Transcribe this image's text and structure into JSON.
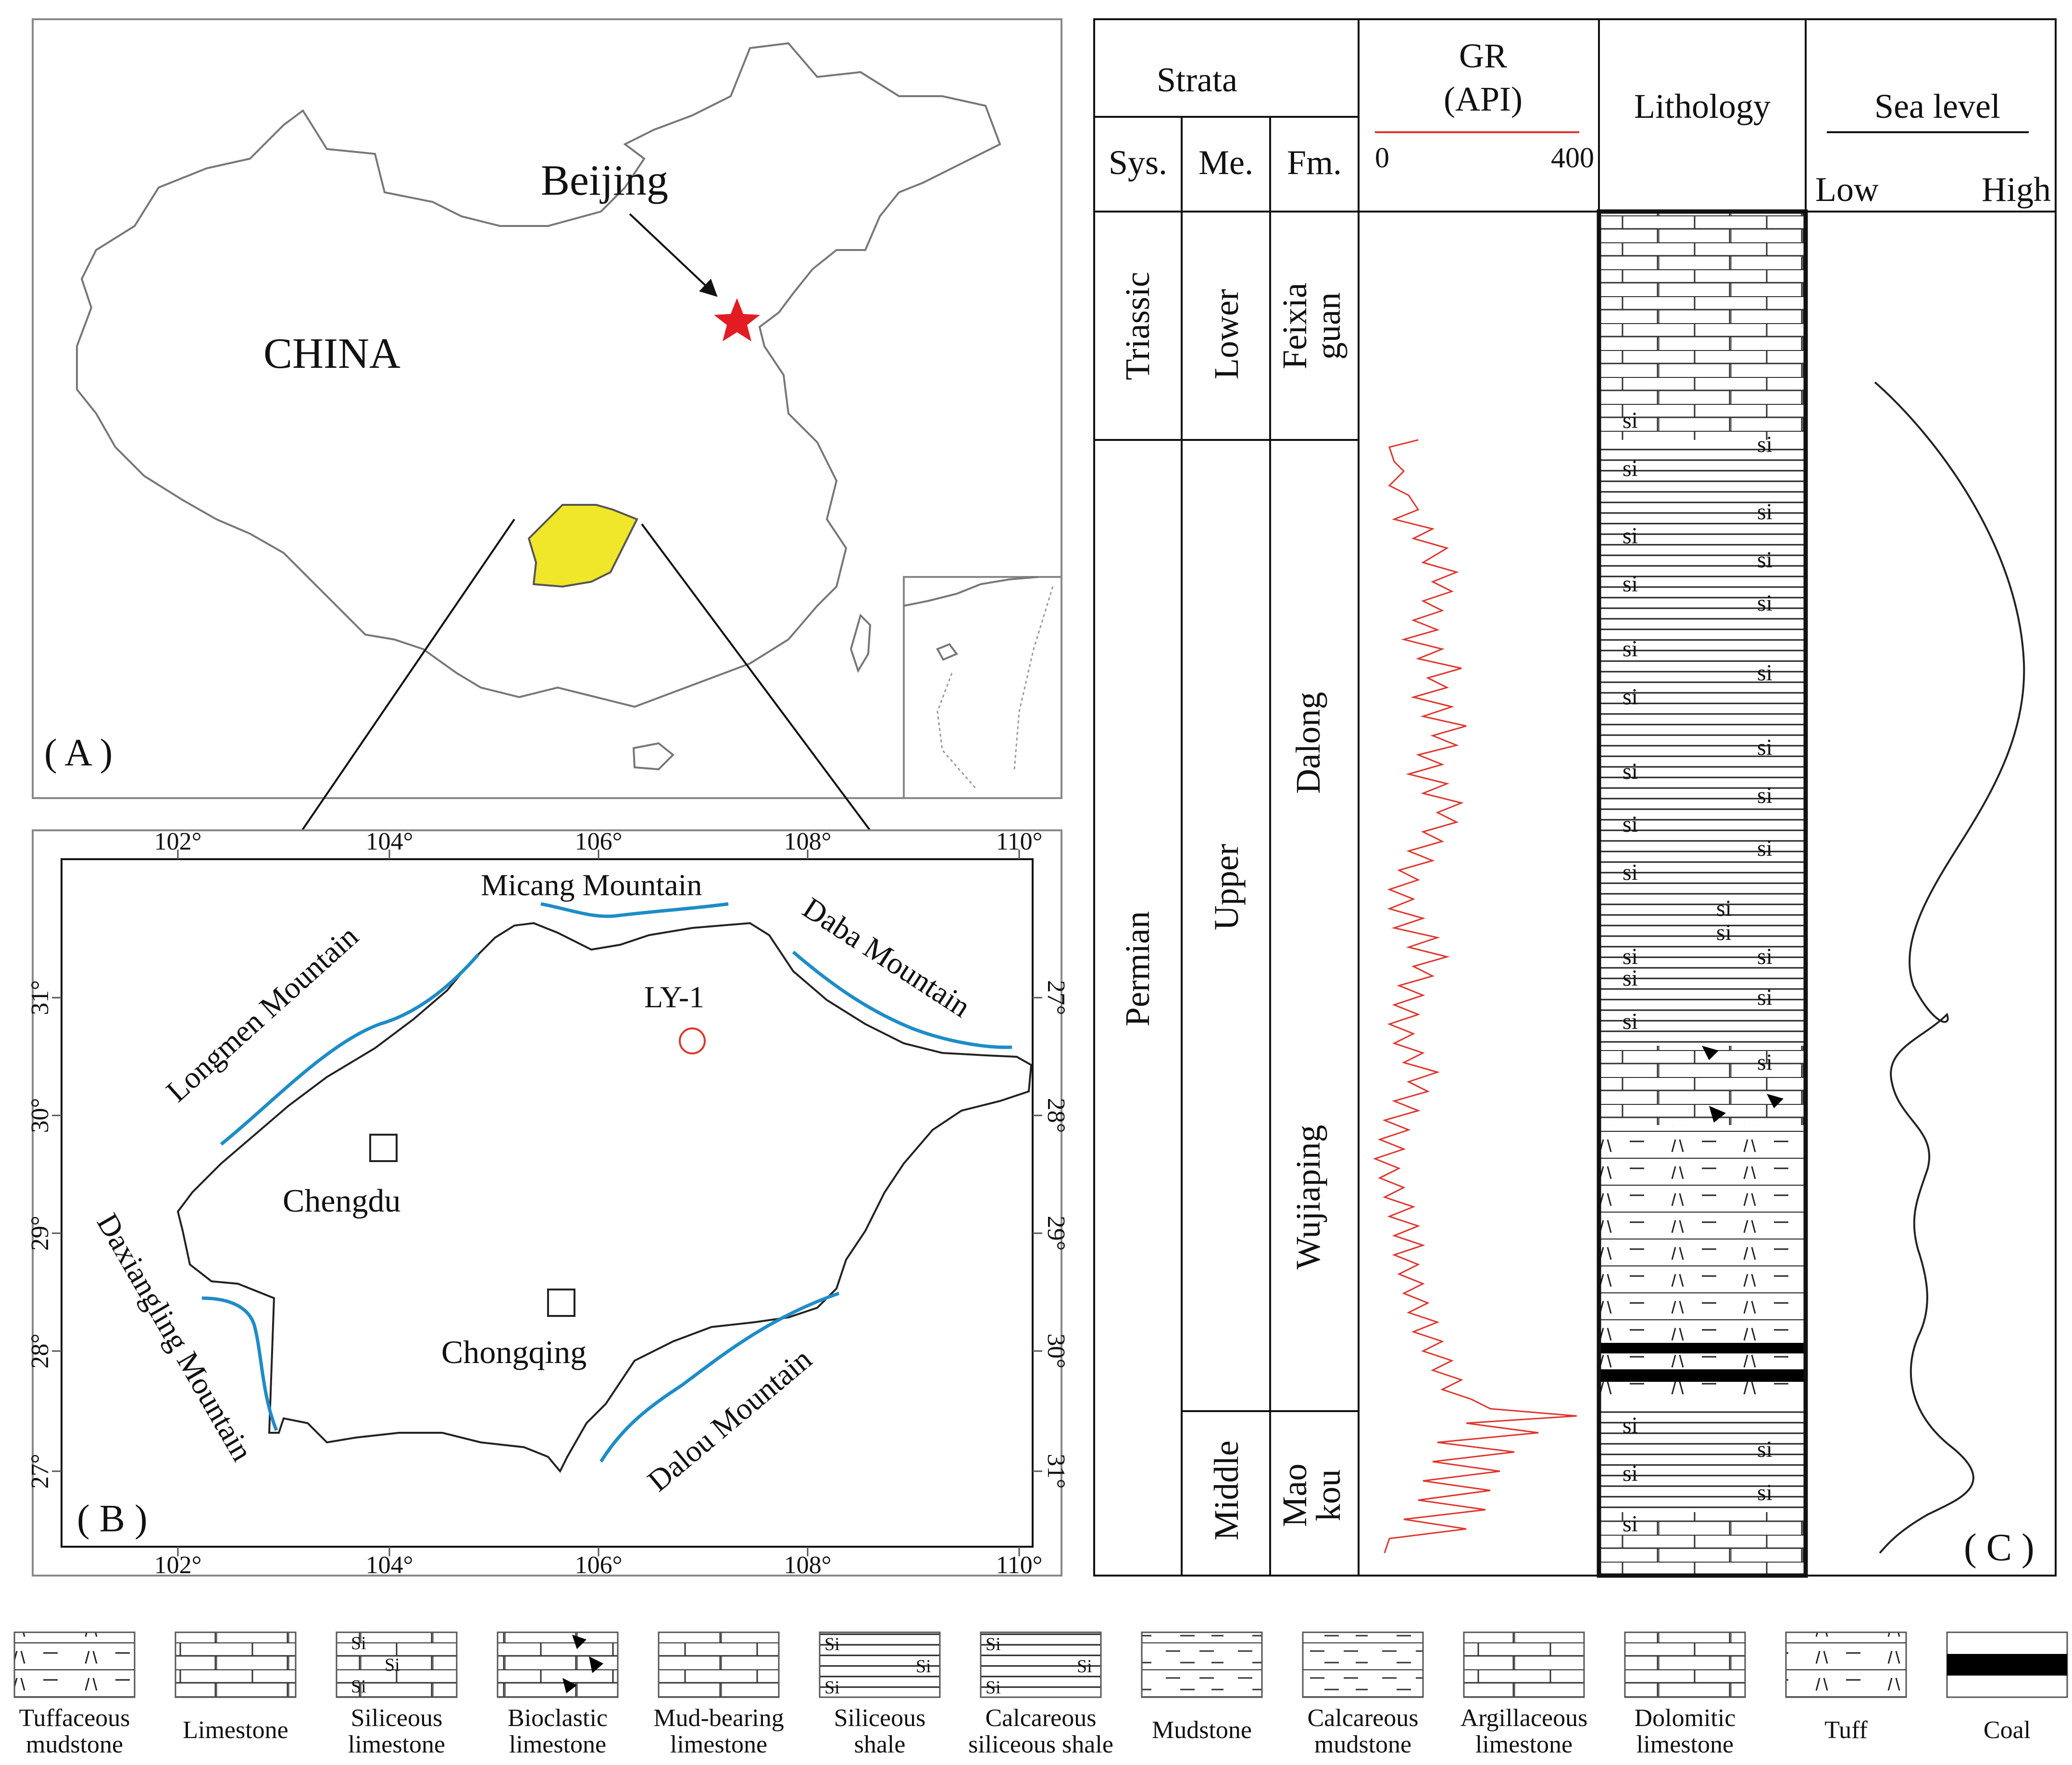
{
  "panel_a": {
    "country_label": "CHINA",
    "capital_label": "Beijing",
    "panel_label": "( A )",
    "colors": {
      "basin": "#F0E62A",
      "capital_star": "#E31B23",
      "outline": "#777777"
    }
  },
  "panel_b": {
    "panel_label": "( B )",
    "top_ticks": [
      "102°",
      "104°",
      "106°",
      "108°",
      "110°"
    ],
    "bottom_ticks": [
      "102°",
      "104°",
      "106°",
      "108°",
      "110°"
    ],
    "left_ticks": [
      "31°",
      "30°",
      "29°",
      "28°",
      "27°"
    ],
    "right_ticks": [
      "27°",
      "28°",
      "29°",
      "30°",
      "31°"
    ],
    "mountains": {
      "micang": "Micang Mountain",
      "daba": "Daba Mountain",
      "longmen": "Longmen Mountain",
      "daxiangling": "Daxiangling Mountain",
      "dalou": "Dalou Mountain"
    },
    "well": "LY-1",
    "cities": {
      "chengdu": "Chengdu",
      "chongqing": "Chongqing"
    },
    "colors": {
      "mountain_line": "#1E8CC8",
      "well_marker": "#E0342C"
    }
  },
  "panel_c": {
    "panel_label": "( C )",
    "strata_header": "Strata",
    "col_sys": "Sys.",
    "col_me": "Me.",
    "col_fm": "Fm.",
    "gr_title": "GR",
    "gr_unit": "(API)",
    "gr_min": "0",
    "gr_max": "400",
    "lithology_header": "Lithology",
    "sea_level_header": "Sea level",
    "sea_low": "Low",
    "sea_high": "High",
    "systems": {
      "triassic": "Triassic",
      "permian": "Permian"
    },
    "members": {
      "lower": "Lower",
      "upper": "Upper",
      "middle": "Middle"
    },
    "formations": {
      "feixiaguan_1": "Feixia",
      "feixiaguan_2": "guan",
      "dalong": "Dalong",
      "wujiaping": "Wujiaping",
      "maokou_1": "Mao",
      "maokou_2": "kou"
    },
    "si_symbol": "si",
    "colors": {
      "gr_curve": "#E0342C"
    }
  },
  "legend": [
    {
      "line1": "Tuffaceous",
      "line2": "mudstone"
    },
    {
      "line1": "Limestone",
      "line2": ""
    },
    {
      "line1": "Siliceous",
      "line2": "limestone"
    },
    {
      "line1": "Bioclastic",
      "line2": "limestone"
    },
    {
      "line1": "Mud-bearing",
      "line2": "limestone"
    },
    {
      "line1": "Siliceous",
      "line2": "shale"
    },
    {
      "line1": "Calcareous",
      "line2": "siliceous shale"
    },
    {
      "line1": "Mudstone",
      "line2": ""
    },
    {
      "line1": "Calcareous",
      "line2": "mudstone"
    },
    {
      "line1": "Argillaceous",
      "line2": "limestone"
    },
    {
      "line1": "Dolomitic",
      "line2": "limestone"
    },
    {
      "line1": "Tuff",
      "line2": ""
    },
    {
      "line1": "Coal",
      "line2": ""
    }
  ],
  "legend_symbol_text": {
    "si_cap": "Si"
  }
}
